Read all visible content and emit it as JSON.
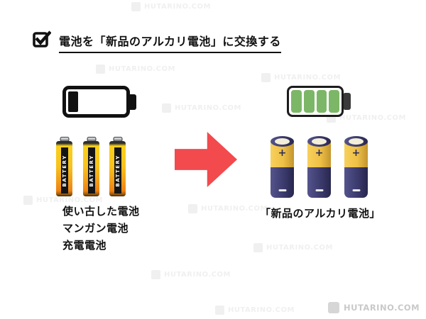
{
  "title": {
    "text": "電池を「新品のアルカリ電池」に交換する"
  },
  "before": {
    "battery_icon": "battery-low",
    "battery_brand_label": "BATTERY",
    "caption_lines": [
      "使い古した電池",
      "マンガン電池",
      "充電電池"
    ]
  },
  "after": {
    "battery_icon": "battery-full",
    "battery_plus_label": "+",
    "caption": "「新品のアルカリ電池」"
  },
  "watermark": {
    "text": "HUTARINO.COM"
  },
  "footer": {
    "credit": "HUTARINO.COM"
  },
  "colors": {
    "arrow_red": "#f24a4d",
    "full_bar_green": "#7cb767",
    "aa_yellow": "#f7c41e",
    "aa_orange": "#ee8214",
    "c_gold": "#eec045",
    "c_navy": "#3c3b6e",
    "watermark_gray": "#f0f0f0",
    "credit_gray": "#c9c9c9"
  }
}
